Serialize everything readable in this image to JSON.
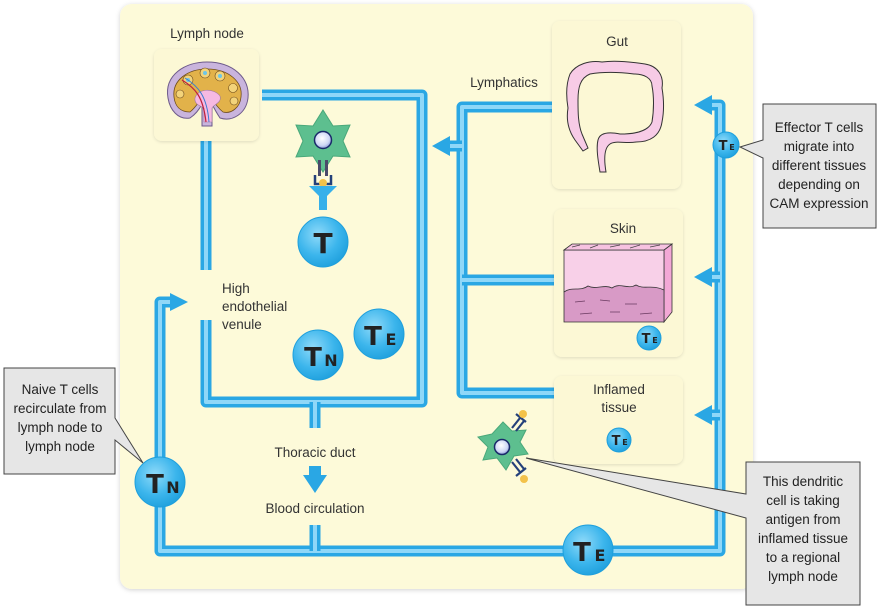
{
  "diagram": {
    "type": "T cell circulation diagram",
    "colors": {
      "panel": "#fdfad9",
      "pipe": "#3bb6ec",
      "pipe_light": "#a8e2fb",
      "cell": "#35b0ec",
      "dendritic": "#5dbf8f",
      "callout_bg": "#e6e6e6",
      "gut": "#f7cbe6",
      "skin_top": "#f8d0e8",
      "skin_bottom": "#d89ac6"
    },
    "labels": {
      "lymph_node": "Lymph node",
      "lymphatics": "Lymphatics",
      "gut": "Gut",
      "skin": "Skin",
      "inflamed_1": "Inflamed",
      "inflamed_2": "tissue",
      "hev_1": "High",
      "hev_2": "endothelial",
      "hev_3": "venule",
      "thoracic_duct": "Thoracic duct",
      "blood_circulation": "Blood circulation"
    },
    "cells": {
      "t": {
        "main": "T",
        "sub": ""
      },
      "tn": {
        "main": "T",
        "sub": "N"
      },
      "te": {
        "main": "T",
        "sub": "E"
      }
    },
    "callouts": {
      "effector": [
        "Effector T cells",
        "migrate into",
        "different tissues",
        "depending on",
        "CAM expression"
      ],
      "naive": [
        "Naive T cells",
        "recirculate from",
        "lymph node to",
        "lymph node"
      ],
      "dendritic": [
        "This dendritic",
        "cell is taking",
        "antigen from",
        "inflamed tissue",
        "to a regional",
        "lymph node"
      ]
    }
  }
}
